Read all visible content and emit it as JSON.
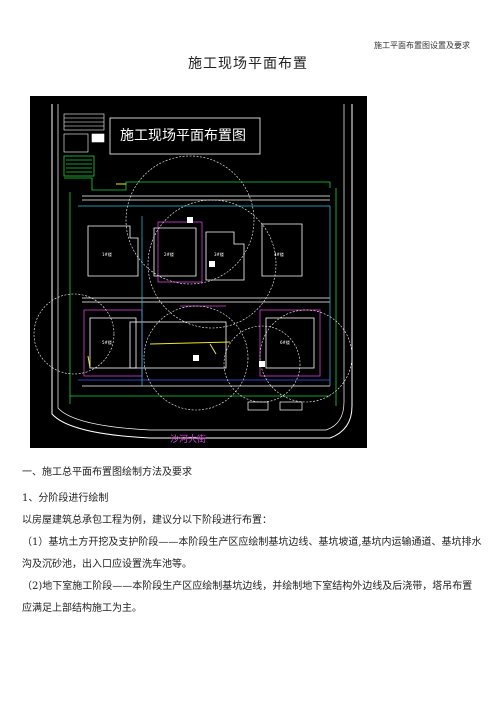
{
  "running_head": "施工平面布置图设置及要求",
  "page_title": "施工现场平面布置",
  "figure": {
    "drawing_title": "施工现场平面布置图",
    "road_label": "沙河大街",
    "building_labels": [
      "1#楼",
      "2#楼",
      "3#楼",
      "4#楼",
      "5#楼",
      "6#楼"
    ],
    "colors": {
      "background": "#000000",
      "outline": "#ffffff",
      "green": "#22d23a",
      "yellow": "#f0e628",
      "magenta": "#d640d6",
      "cyan": "#28c8e8",
      "blue": "#3c5cff"
    }
  },
  "sections": {
    "heading": "一、施工总平面布置图绘制方法及要求",
    "subheading": "1、分阶段进行绘制",
    "intro": "以房屋建筑总承包工程为例，建议分以下阶段进行布置：",
    "item1": "（1）基坑土方开挖及支护阶段——本阶段生产区应绘制基坑边线、基坑坡道,基坑内运输通道、基坑排水沟及沉砂池，出入口应设置洗车池等。",
    "item2": "（2)地下室施工阶段——本阶段生产区应绘制基坑边线，并绘制地下室结构外边线及后浇带，塔吊布置应满足上部结构施工为主。"
  }
}
